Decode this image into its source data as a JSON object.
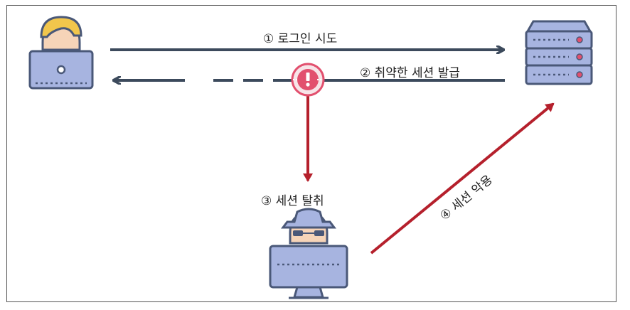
{
  "labels": {
    "step1": "① 로그인 시도",
    "step2": "② 취약한 세션 발급",
    "step3": "③ 세션 탈취",
    "step4": "④ 세션 악용"
  },
  "nodes": {
    "user": "user-laptop-icon",
    "server": "server-rack-icon",
    "attacker": "hacker-monitor-icon",
    "alert": "warning-exclamation-icon"
  },
  "colors": {
    "flow_arrow": "#3c4a5c",
    "attack_arrow": "#b5202c",
    "icon_fill": "#a7b4e0",
    "icon_stroke": "#4a5878",
    "skin": "#f6d4b8",
    "hair": "#f2c64c",
    "accent": "#e2506e"
  }
}
